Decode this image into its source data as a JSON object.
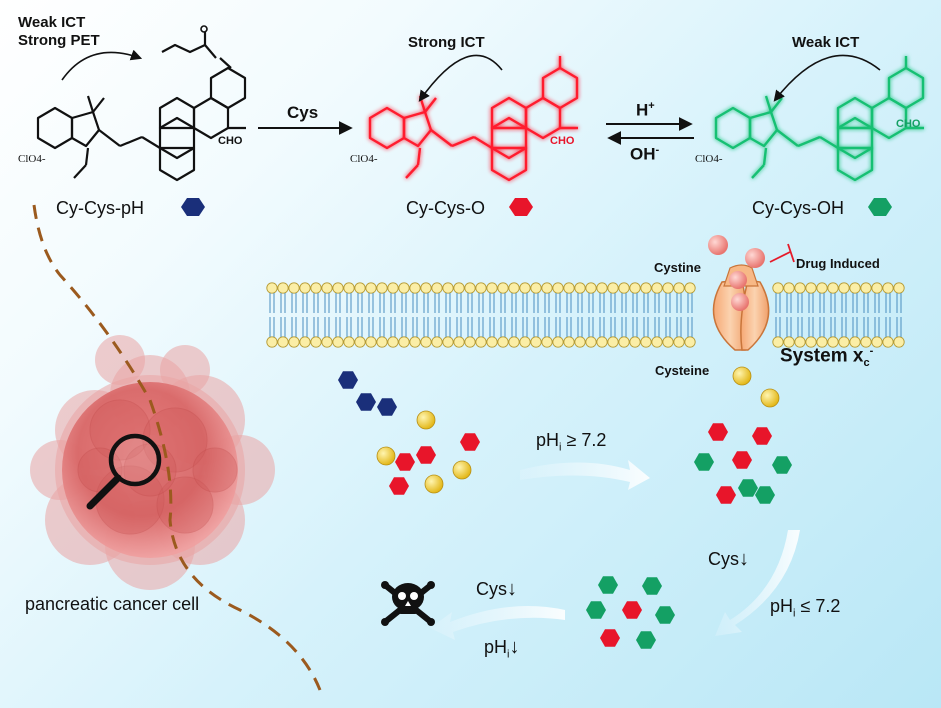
{
  "molecules": [
    {
      "name": "Cy-Cys-pH",
      "hex_color": "#1a2f7a",
      "tag_top": "Weak ICT",
      "tag_bottom": "Strong PET",
      "substituent": "O-acrylate",
      "counterion": "ClO4-",
      "aldehyde": "CHO"
    },
    {
      "name": "Cy-Cys-O",
      "hex_color": "#e8152a",
      "tag": "Strong ICT",
      "substituent": "O-",
      "counterion": "ClO4-",
      "aldehyde": "CHO"
    },
    {
      "name": "Cy-Cys-OH",
      "hex_color": "#14a064",
      "tag": "Weak ICT",
      "substituent": "OH",
      "counterion": "ClO4-",
      "aldehyde": "CHO"
    }
  ],
  "reactions": {
    "cys_arrow": "Cys",
    "forward_label": "H",
    "forward_sup": "+",
    "reverse_label": "OH",
    "reverse_sup": "-"
  },
  "transporter": {
    "cystine_label": "Cystine",
    "cysteine_label": "Cysteine",
    "inhibit_label": "Drug Induced",
    "system_label": "System x",
    "system_sub": "c",
    "system_sup": "-"
  },
  "steps": {
    "ph_high_main": "pH",
    "ph_high_sub": "i",
    "ph_high_rest": "≥ 7.2",
    "cys_down": "Cys",
    "ph_low_main": "pH",
    "ph_low_sub": "i",
    "ph_low_rest": "≤ 7.2",
    "final_cys": "Cys",
    "final_ph_main": "pH",
    "final_ph_sub": "i",
    "down_arrow": "↓"
  },
  "cell_label": "pancreatic cancer cell",
  "icons": [
    "magnifier-icon",
    "skull-icon"
  ]
}
